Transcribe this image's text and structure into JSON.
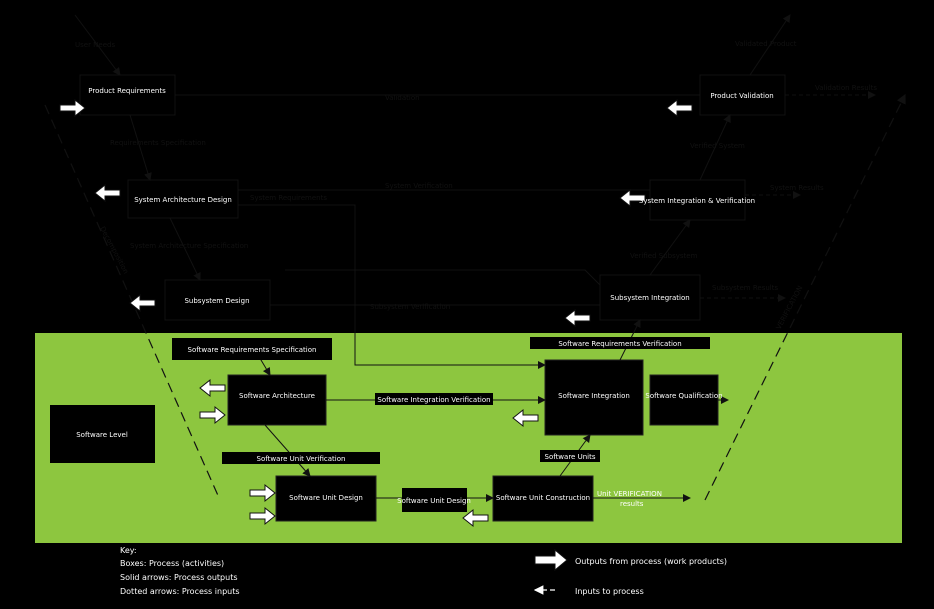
{
  "v": {
    "left_label": "Decomposition",
    "right_label": "VERIFICATION"
  },
  "labels": {
    "user_needs": "User Needs",
    "validated": "Validated Product",
    "validation": "Validation",
    "system_verification": "System Verification",
    "system_reqs": "System Requirements",
    "subsystem_verification": "Subsystem Verification",
    "product_spec": "Requirements Specification",
    "system_spec": "System Architecture Specification",
    "verified_system": "Verified System",
    "verified_subsystem": "Verified Subsystem",
    "product_out": "Validation Results",
    "system_out": "System Results",
    "subsystem_out": "Subsystem Results",
    "sw_requirements": "Software Requirements Specification",
    "integration_verification": "Software Integration Verification",
    "unit_verification": "Software Unit Verification",
    "sw_req_verification": "Software Requirements Verification",
    "unit_design": "Software Unit Design",
    "software_units": "Software Units",
    "unit_results_1": "Unit VERIFICATION",
    "unit_results_2": "results"
  },
  "boxes": {
    "product_requirements": "Product Requirements",
    "product_validation": "Product Validation",
    "system_architecture": "System Architecture Design",
    "system_integration": "System Integration & Verification",
    "subsystem_design": "Subsystem Design",
    "subsystem_integration": "Subsystem Integration",
    "sw_architecture": "Software Architecture",
    "sw_integration": "Software Integration",
    "sw_qualification": "Software Qualification",
    "sw_unit_design": "Software Unit Design",
    "sw_unit_construction": "Software Unit Construction",
    "software_level": "Software Level"
  },
  "legend": {
    "title": "Key:",
    "line1": "Boxes: Process (activities)",
    "line2": "Solid arrows: Process outputs",
    "line3": "Dotted arrows: Process inputs",
    "outputs": "Outputs from process (work products)",
    "inputs": "Inputs to process"
  }
}
